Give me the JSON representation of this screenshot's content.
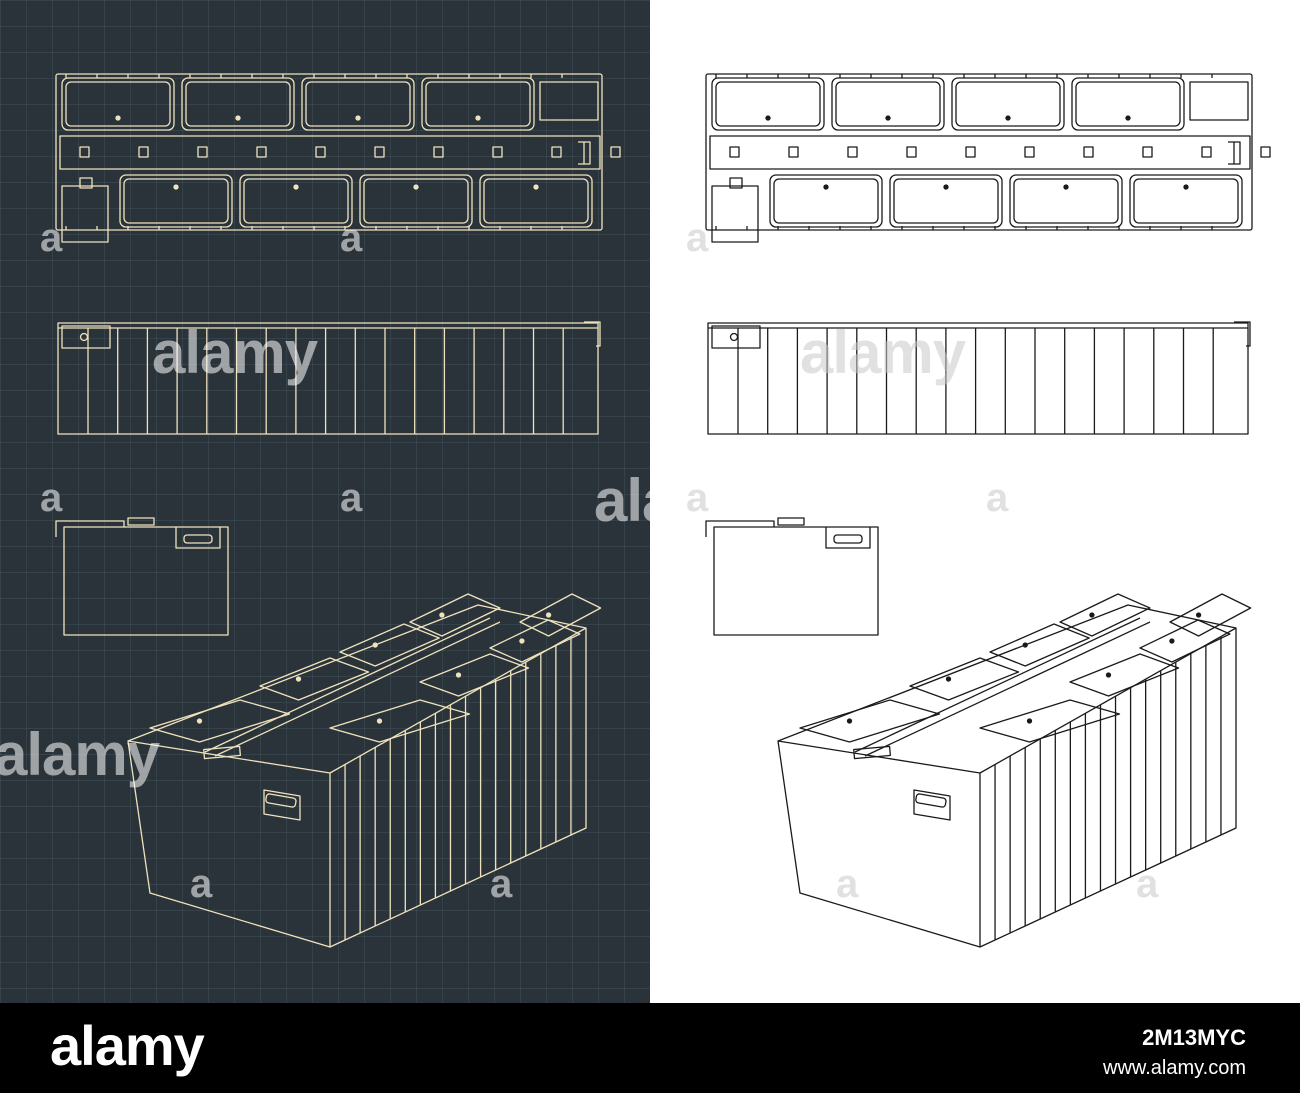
{
  "watermark": {
    "logo": "alamy",
    "mark": "a",
    "partial": "ala"
  },
  "footer": {
    "logo": "alamy",
    "image_id": "2M13MYC",
    "url": "www.alamy.com"
  },
  "colors": {
    "blueprint_bg": "#2b333a",
    "blueprint_line": "#efe3bd",
    "white_bg": "#ffffff",
    "ink_line": "#1a1a1a",
    "footer_bg": "#000000"
  }
}
